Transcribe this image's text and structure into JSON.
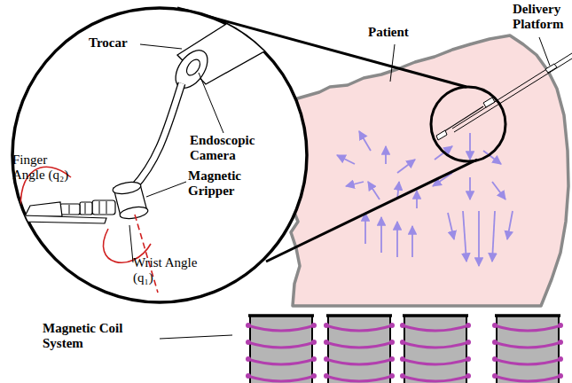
{
  "diagram": {
    "labels": [
      "Trocar",
      "Endoscopic Camera",
      "Magnetic Gripper",
      "Finger Angle (q₂)",
      "Wrist Angle (q₁)",
      "Patient",
      "Delivery Platform",
      "Magnetic Coil System"
    ]
  }
}
